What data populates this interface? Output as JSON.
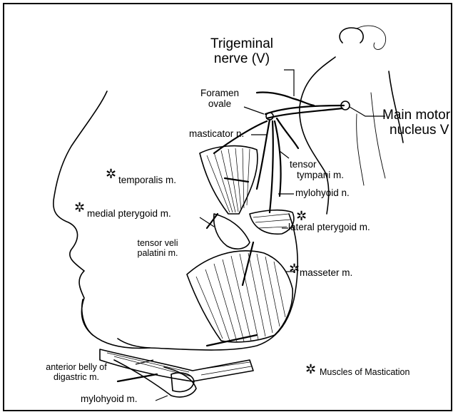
{
  "labels": {
    "trigeminal_line1": "Trigeminal",
    "trigeminal_line2": "nerve (V)",
    "foramen_line1": "Foramen",
    "foramen_line2": "ovale",
    "main_motor_line1": "Main motor",
    "main_motor_line2": "nucleus V",
    "masticator": "masticator n.",
    "tensor_tympani_line1": "tensor",
    "tensor_tympani_line2": "tympani m.",
    "temporalis": "temporalis m.",
    "mylohyoid_n": "mylohyoid n.",
    "medial_pterygoid": "medial pterygoid m.",
    "lateral_pterygoid": "lateral pterygoid m.",
    "tensor_veli_line1": "tensor veli",
    "tensor_veli_line2": "palatini m.",
    "masseter": "masseter m.",
    "anterior_belly_line1": "anterior belly of",
    "anterior_belly_line2": "digastric m.",
    "mylohyoid_m": "mylohyoid m."
  },
  "legend": {
    "symbol": "✲",
    "text": "Muscles of Mastication"
  },
  "markers": {
    "symbol": "✲"
  }
}
